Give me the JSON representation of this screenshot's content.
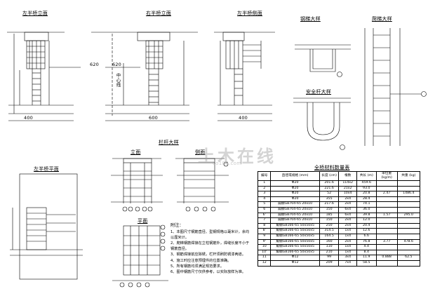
{
  "views": {
    "left_elevation": "左半桥立面",
    "right_elevation": "右半桥立面",
    "left_side": "左半桥侧面",
    "anchor_detail": "钢梯大样",
    "safety_detail": "安全杆大样",
    "ladder_detail": "爬梯大样",
    "left_plan": "左半桥平面",
    "rail_detail": "栏杆大样",
    "front_face": "立面",
    "side_face": "侧面",
    "plan": "平面"
  },
  "dims": {
    "d400": "400",
    "d620": "620",
    "d600": "600",
    "d620b": "620",
    "d400b": "400"
  },
  "centerline": "中心线",
  "watermark": {
    "main": "土木在线",
    "sub": "co188.com"
  },
  "notes": {
    "title": "附注：",
    "items": [
      "1、本图尺寸钢筋直径、型钢规格以毫米计，余均以厘米计。",
      "2、爬梯钢筋焊接在立柱钢筋外，焊缝长度不小于钢筋直径。",
      "3、钢筋焊接前应除锈，栏杆须刷防锈漆两道。",
      "4、施工时应注意预埋件的位置准确。",
      "5、所有钢筋均须满足规范要求。",
      "6、图中钢筋尺寸仅供参考，以实际放样为准。"
    ]
  },
  "materials": {
    "title": "全桥材料数量表",
    "headers": [
      "编号",
      "直径或规格 (mm)",
      "长度 (cm)",
      "根数",
      "共长 (m)",
      "单位重 (kg/m)",
      "共重 (kg)"
    ],
    "rows": [
      [
        "1",
        "Φ20",
        "201.6",
        "114x2",
        "459.6",
        "",
        ""
      ],
      [
        "2",
        "Φ20",
        "221.6",
        "21x2",
        "93.0",
        "",
        ""
      ],
      [
        "3",
        "Φ20",
        "52",
        "10x4",
        "20.8",
        "2.47",
        "1486.4"
      ],
      [
        "4",
        "Φ20",
        "355",
        "2x4",
        "28.4",
        "",
        ""
      ],
      [
        "5",
        "扁钢GB704-65 20x10",
        "217.6",
        "2x4",
        "74.1",
        "",
        ""
      ],
      [
        "6",
        "扁钢GB704-65 20x10",
        "150",
        "6x4",
        "36.0",
        "",
        ""
      ],
      [
        "6'",
        "扁钢GB704-65 20x10",
        "185",
        "6x4",
        "39.8",
        "1.57",
        "295.0"
      ],
      [
        "7",
        "扁钢GB704-65 20x10",
        "150",
        "2x4",
        "12.0",
        "",
        ""
      ],
      [
        "8",
        "角钢GB166-65 50x50x5",
        "250",
        "2x4",
        "20.4",
        "",
        ""
      ],
      [
        "8'",
        "角钢GB166-65 50x50x5",
        "314.5",
        "1x4",
        "12.6",
        "",
        ""
      ],
      [
        "9",
        "角钢GB166-65 50x50x5",
        "164.5",
        "1x4",
        "6.6",
        "",
        ""
      ],
      [
        "9'",
        "角钢GB166-65 50x50x5",
        "160",
        "2x4",
        "76.8",
        "3.77",
        "478.6"
      ],
      [
        "10",
        "角钢GB166-65 50x50x5",
        "110",
        "1x4",
        "4.4",
        "",
        ""
      ],
      [
        "10'",
        "角钢GB166-65 50x50x5",
        "210",
        "1x4",
        "8.4",
        "",
        ""
      ],
      [
        "11",
        "Φ12",
        "99",
        "3x4",
        "11.9",
        "0.888",
        "62.5"
      ],
      [
        "12",
        "Φ12",
        "209",
        "7x4",
        "58.5",
        "",
        ""
      ]
    ]
  }
}
